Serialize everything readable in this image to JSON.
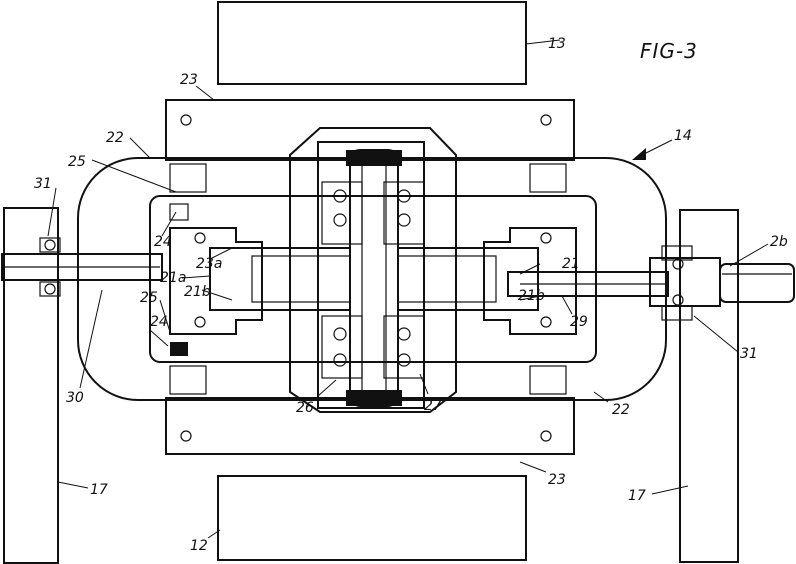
{
  "figure": {
    "title": "FIG-3",
    "labels": {
      "l13": "13",
      "l12": "12",
      "l14": "14",
      "l17a": "17",
      "l17b": "17",
      "l21": "21",
      "l21a": "21a",
      "l21b_left": "21b",
      "l21b_right": "21b",
      "l22_top": "22",
      "l22_bottom": "22",
      "l23_top": "23",
      "l23_bottom": "23",
      "l23a": "23a",
      "l24_top": "24",
      "l24_bottom": "24",
      "l25_top": "25",
      "l25_bottom": "25",
      "l26": "26",
      "l27": "27",
      "l29": "29",
      "l30": "30",
      "l31_left": "31",
      "l31_right": "31",
      "l2b": "2b"
    }
  }
}
